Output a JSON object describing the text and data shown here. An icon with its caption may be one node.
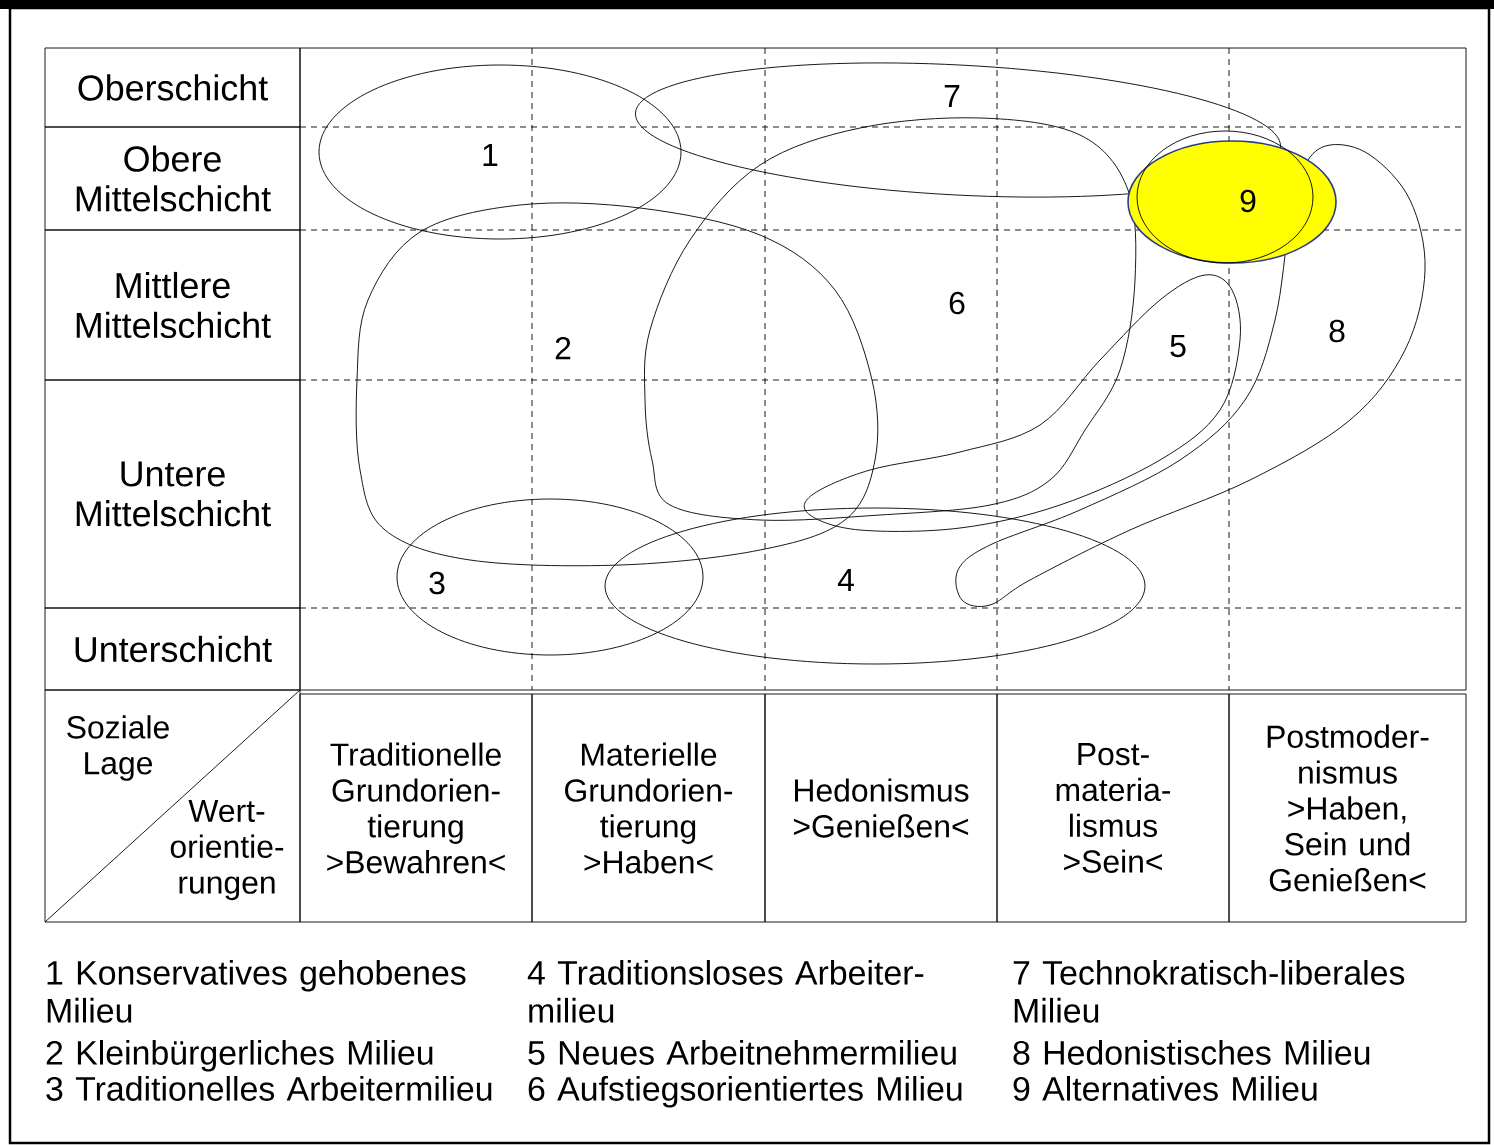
{
  "diagram": {
    "nodes": [
      {
        "text": [
          "Oberschicht"
        ]
      },
      {
        "text": [
          "Obere Mittelschicht"
        ]
      },
      {
        "text": [
          "Mittlere Mittelschicht"
        ]
      },
      {
        "text": [
          "Untere Mittelschicht"
        ]
      },
      {
        "text": [
          "Unterschicht"
        ]
      },
      {
        "text": [
          "1"
        ]
      },
      {
        "text": [
          "2"
        ]
      },
      {
        "text": [
          "3"
        ]
      },
      {
        "text": [
          "4"
        ]
      },
      {
        "text": [
          "5"
        ]
      },
      {
        "text": [
          "6"
        ]
      },
      {
        "text": [
          "7"
        ]
      },
      {
        "text": [
          "8"
        ]
      },
      {
        "text": [
          "9"
        ]
      },
      {
        "text": [
          "Soziale Lage",
          "Wert- orientie- rungen"
        ]
      },
      {
        "text": [
          "Traditionelle Grundorien- tierung >Bewahren<"
        ]
      },
      {
        "text": [
          "Materielle Grundorien- tierung >Haben<"
        ]
      },
      {
        "text": [
          "Hedonismus >Genießen<"
        ]
      },
      {
        "text": [
          "Post- materia- lismus >Sein<"
        ]
      },
      {
        "text": [
          "Postmoder- nismus >Haben, Sein und Genießen<"
        ]
      }
    ],
    "labels": [
      "1 Konservatives gehobenes Milieu",
      "2 Kleinbürgerliches Milieu",
      "3 Traditionelles Arbeitermilieu",
      "4 Traditionsloses Arbeiter- milieu",
      "5 Neues Arbeitnehmermilieu",
      "6 Aufstiegsorientiertes Milieu",
      "7 Technokratisch-liberales Milieu",
      "8 Hedonistisches Milieu",
      "9 Alternatives Milieu"
    ]
  }
}
